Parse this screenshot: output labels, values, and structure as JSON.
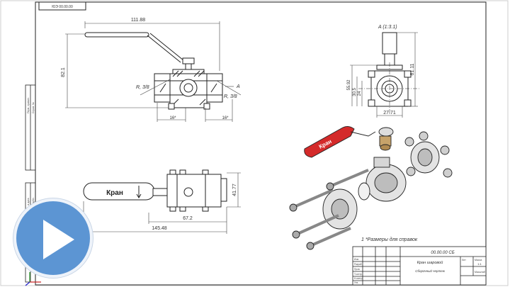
{
  "stamp_number": "ЮЭ 00.00.00",
  "dimensions": {
    "total_length_handle": "111.88",
    "height_left": "82.1",
    "thread_left": "R, 3/8",
    "thread_right": "R, 3/8",
    "section_mark": "A",
    "side_left": "16*",
    "side_right": "16*",
    "view_label": "A (1:3.1)",
    "view_height_total": "61.11",
    "view_height_a": "55.92",
    "view_height_b": "30.5",
    "view_height_c": "24",
    "view_width": "27.71",
    "plan_height": "41.77",
    "plan_mid": "67.2",
    "plan_total": "145.48"
  },
  "handle_label": "Кран",
  "handle_label_3d": "Кран",
  "note": "1 *Размеры для справок",
  "title_block": {
    "doc_number": "00.00.00 СБ",
    "name_line1": "Кран шаровой",
    "name_line2": "Сборочный чертеж",
    "lit": "Лит",
    "mass": "Масса",
    "scale": "Масштаб",
    "scale_value": "1:1",
    "rows": [
      "Изм.",
      "Разраб.",
      "Пров.",
      "Т.контр.",
      "Н.контр.",
      "Утв."
    ]
  },
  "left_strip_labels": [
    "Перв. примен.",
    "Справ. №",
    "Подп. и дата",
    "Инв. № дубл."
  ],
  "colors": {
    "line": "#222222",
    "dim": "#444444",
    "handle_red": "#d42a2a",
    "play": "#5c95d3"
  },
  "play_icon": "play-icon"
}
